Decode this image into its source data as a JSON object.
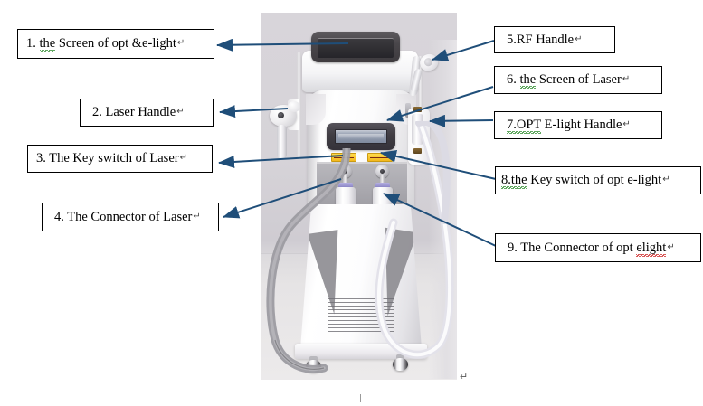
{
  "document": {
    "title": "Machine Parts Annotated Diagram",
    "return_mark": "↵"
  },
  "photo": {
    "alt_name": "opt-e-light-laser-rf-beauty-machine-photo",
    "background_color": "#d6d3d8",
    "body_color": "#ffffff",
    "accent_gray": "#8e8d93",
    "screen_color": "#3e3b3f",
    "warning_label_color": "#f4b81c"
  },
  "arrow": {
    "color": "#1f4e79",
    "stroke_width": 2
  },
  "labels_left": [
    {
      "id": "label-1",
      "number": "1.",
      "pre": " ",
      "squiggle_green": "the",
      "text": " Screen of opt &e-light",
      "full": "1. the Screen of opt &e-light",
      "target": "top-screen"
    },
    {
      "id": "label-2",
      "number": "2.",
      "pre": "  ",
      "squiggle_green": "",
      "text": "Laser Handle",
      "full": "2.  Laser Handle",
      "target": "laser-handle"
    },
    {
      "id": "label-3",
      "number": "3.",
      "pre": " ",
      "squiggle_green": "",
      "text": "The Key switch of Laser",
      "full": "3. The Key switch of Laser",
      "target": "left-key-switch"
    },
    {
      "id": "label-4",
      "number": "4.",
      "pre": " ",
      "squiggle_green": "",
      "text": "The Connector of Laser",
      "full": "4. The Connector of Laser",
      "target": "left-connector"
    }
  ],
  "labels_right": [
    {
      "id": "label-5",
      "number": "5.",
      "pre": "",
      "squiggle_green": "",
      "text": "RF Handle",
      "full": "5.RF Handle",
      "target": "rf-handle"
    },
    {
      "id": "label-6",
      "number": "6.",
      "pre": " ",
      "squiggle_green": "the",
      "text": " Screen of Laser",
      "full": "6. the Screen of Laser",
      "target": "laser-screen"
    },
    {
      "id": "label-7",
      "number": "",
      "pre": "",
      "squiggle_green": "7.OPT",
      "text": " E-light Handle",
      "full": "7.OPT E-light Handle",
      "target": "opt-elight-handle"
    },
    {
      "id": "label-8",
      "number": "",
      "pre": "",
      "squiggle_green": "8.the",
      "text": " Key switch of opt e-light",
      "full": "8.the Key switch of opt e-light",
      "target": "right-key-switch"
    },
    {
      "id": "label-9",
      "number": "9.",
      "pre": " ",
      "squiggle_green": "",
      "text": "The Connector of opt ",
      "squiggle_red": "elight",
      "full": "9. The Connector of opt elight",
      "target": "right-connector"
    }
  ]
}
